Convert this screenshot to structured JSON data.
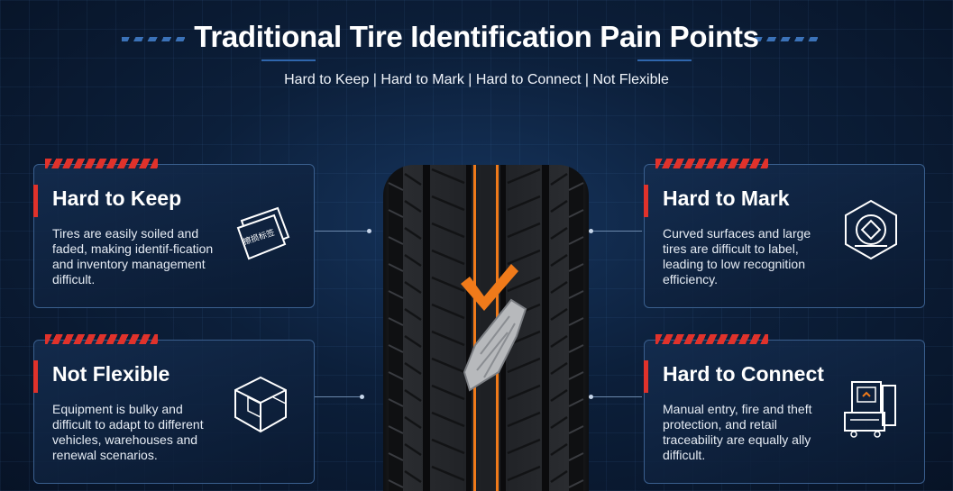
{
  "header": {
    "title": "Traditional Tire Identification Pain Points",
    "subtitle": "Hard to Keep | Hard to Mark | Hard to Connect | Not Flexible"
  },
  "cards": {
    "keep": {
      "title": "Hard to Keep",
      "text": "Tires are easily soiled and faded, making identif-fication and inventory management difficult.",
      "icon": "soiled-label-icon",
      "icon_label": "擦损标签"
    },
    "mark": {
      "title": "Hard to Mark",
      "text": "Curved surfaces and large tires are difficult to label, leading to low recognition efficiency.",
      "icon": "hexagon-tag-icon"
    },
    "flex": {
      "title": "Not Flexible",
      "text": "Equipment is bulky and difficult to adapt to different vehicles, warehouses and renewal scenarios.",
      "icon": "wireframe-cube-icon"
    },
    "conn": {
      "title": "Hard to Connect",
      "text": "Manual entry, fire and theft protection, and retail traceability are equally ally difficult.",
      "icon": "machine-terminal-icon"
    }
  },
  "colors": {
    "accent_red": "#e0322b",
    "accent_orange": "#f07a1a",
    "card_border": "#3a5f8e",
    "background": "#0c1f3a"
  }
}
